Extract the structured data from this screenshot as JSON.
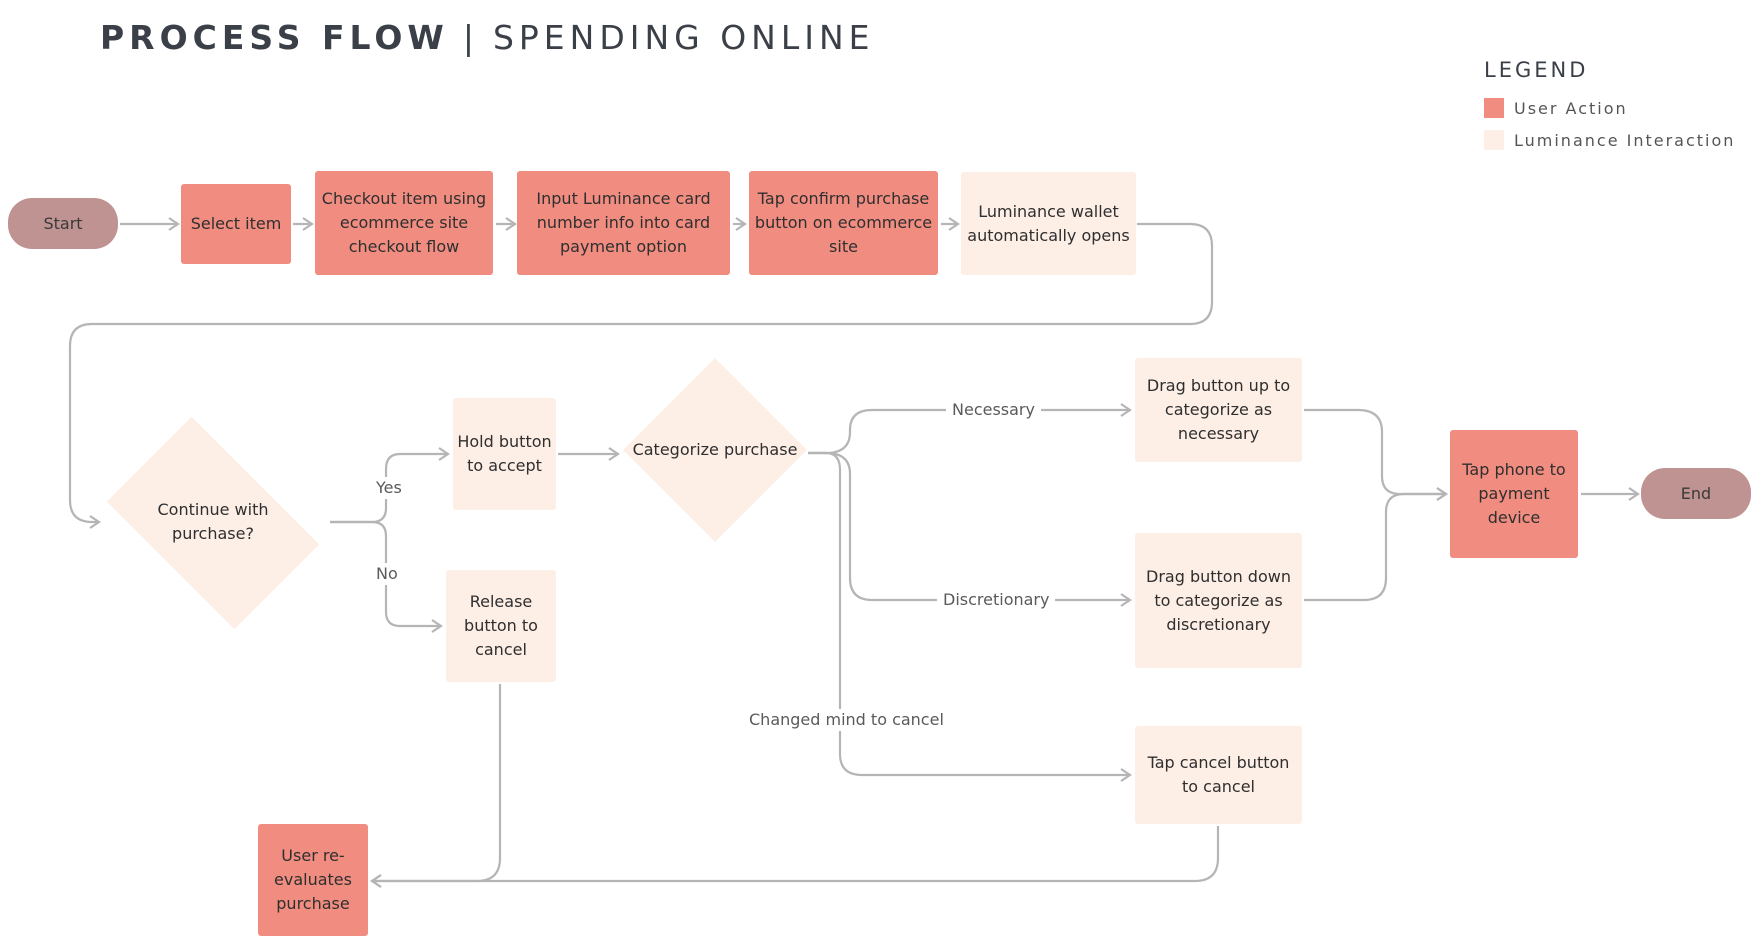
{
  "header": {
    "title_bold": "PROCESS FLOW",
    "separator": "|",
    "title_light": "SPENDING ONLINE"
  },
  "legend": {
    "title": "LEGEND",
    "items": [
      {
        "label": "User Action",
        "color": "#f08c80"
      },
      {
        "label": "Luminance Interaction",
        "color": "#fdeee6"
      }
    ]
  },
  "colors": {
    "user_action": "#f08c80",
    "luminance_interaction": "#fdeee6",
    "terminal": "#bf9391",
    "connector": "#b5b5b5"
  },
  "nodes": {
    "start": "Start",
    "select_item": "Select item",
    "checkout_item": "Checkout item using ecommerce site checkout flow",
    "input_card": "Input Luminance card number info into card payment option",
    "tap_confirm": "Tap confirm purchase button on ecommerce site",
    "wallet_opens": "Luminance wallet automatically opens",
    "continue_purchase": "Continue with purchase?",
    "hold_button": "Hold button to accept",
    "release_button": "Release button to cancel",
    "categorize": "Categorize purchase",
    "drag_up": "Drag button up to categorize as necessary",
    "drag_down": "Drag button down to categorize as discretionary",
    "tap_cancel": "Tap cancel button to cancel",
    "tap_phone": "Tap phone to payment device",
    "end": "End",
    "reevaluate": "User re-evaluates purchase"
  },
  "edge_labels": {
    "yes": "Yes",
    "no": "No",
    "necessary": "Necessary",
    "discretionary": "Discretionary",
    "changed_mind": "Changed mind to cancel"
  }
}
